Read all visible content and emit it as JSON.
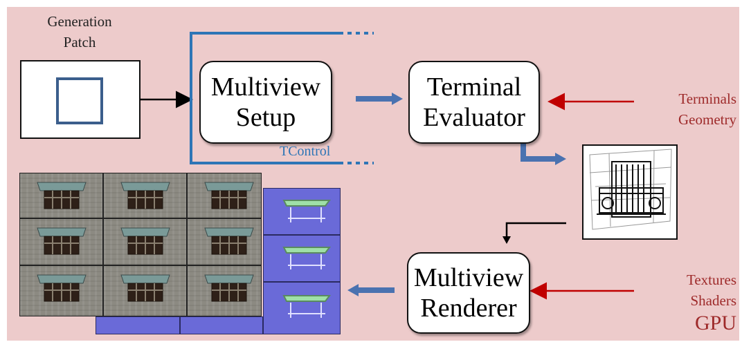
{
  "labels": {
    "generation_patch": "Generation\nPatch",
    "multiview_setup": [
      "Multiview",
      "Setup"
    ],
    "terminal_evaluator": [
      "Terminal",
      "Evaluator"
    ],
    "multiview_renderer": [
      "Multiview",
      "Renderer"
    ],
    "tcontrol": "TControl",
    "terminals": "Terminals",
    "geometry": "Geometry",
    "textures": "Textures",
    "shaders": "Shaders",
    "gpu": "GPU"
  },
  "colors": {
    "background": "#edcbcb",
    "blue_line": "#2e75b6",
    "red_arrow": "#c00000",
    "block_arrow": "#4a72b0",
    "red_text": "#9e2a2a"
  }
}
